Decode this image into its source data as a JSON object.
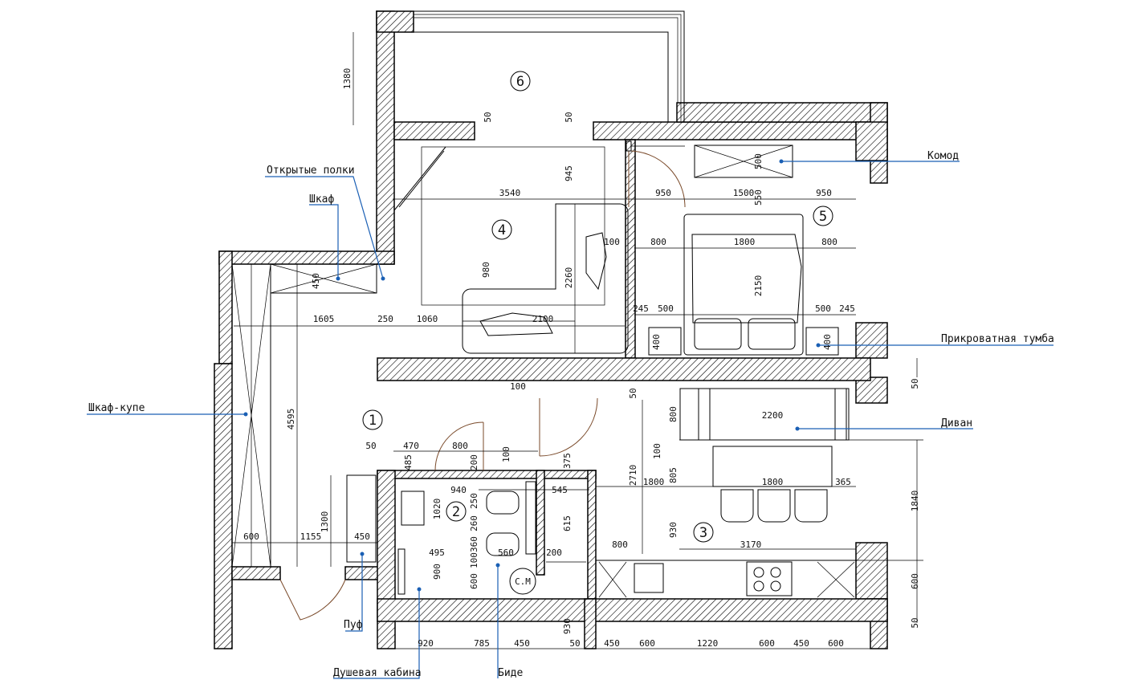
{
  "rooms": [
    "1",
    "2",
    "3",
    "4",
    "5",
    "6"
  ],
  "furniture_labels": {
    "open_shelves": "Открытые полки",
    "wardrobe": "Шкаф",
    "sliding_wardrobe": "Шкаф-купе",
    "pouf": "Пуф",
    "shower": "Душевая кабина",
    "bidet": "Биде",
    "dresser": "Комод",
    "nightstand": "Прикроватная тумба",
    "sofa": "Диван"
  },
  "washing_machine": "С.М",
  "dimensions": {
    "balcony_h": "1380",
    "balcony_w1": "50",
    "balcony_w2": "50",
    "bed4_h": "945",
    "room4_w": "3540",
    "r4_980": "980",
    "r4_2260": "2260",
    "r4_2100": "2100",
    "r4_1060": "1060",
    "r4_250": "250",
    "r4_1605": "1605",
    "wardrobe_450": "450",
    "r5_950a": "950",
    "r5_1500": "1500",
    "r5_950b": "950",
    "r5_550": "550",
    "r5_500top": "500",
    "r5_100": "100",
    "r5_800a": "800",
    "r5_1800": "1800",
    "r5_800b": "800",
    "r5_2150": "2150",
    "r5_245a": "245",
    "r5_500a": "500",
    "r5_500b": "500",
    "r5_245b": "245",
    "r5_400a": "400",
    "r5_400b": "400",
    "wall_50": "50",
    "door_100": "100",
    "hall_4595": "4595",
    "r1_50": "50",
    "r1_470": "470",
    "r1_800": "800",
    "r1_100": "100",
    "r1_485": "485",
    "r1_200": "200",
    "r1_375": "375",
    "r1_1300": "1300",
    "r1_600": "600",
    "r1_1155": "1155",
    "r1_450": "450",
    "b_940": "940",
    "b_545": "545",
    "b_1020": "1020",
    "b_250": "250",
    "b_260": "260",
    "b_360": "360",
    "b_100": "100",
    "b_495": "495",
    "b_560": "560",
    "b_615": "615",
    "b_200": "200",
    "b_900": "900",
    "b_600": "600",
    "r3_50": "50",
    "r3_800": "800",
    "r3_2200": "2200",
    "r3_100": "100",
    "r3_805": "805",
    "r3_1800a": "1800",
    "r3_1800b": "1800",
    "r3_365": "365",
    "r3_2710": "2710",
    "r3_930": "930",
    "r3_800k": "800",
    "r3_3170": "3170",
    "r3_1840": "1840",
    "r3_600": "600",
    "r3_50b": "50",
    "bot_920": "920",
    "bot_785": "785",
    "bot_450": "450",
    "bot_930": "930",
    "bot_50": "50",
    "bot_450b": "450",
    "bot_600": "600",
    "bot_1220": "1220",
    "bot_600b": "600",
    "bot_450c": "450",
    "bot_600c": "600"
  }
}
